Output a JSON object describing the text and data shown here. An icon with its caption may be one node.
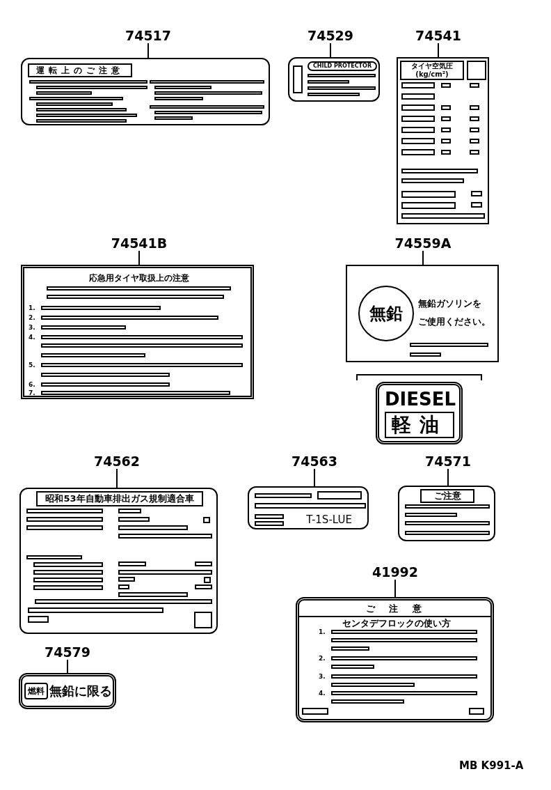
{
  "diagram": {
    "nodes": [
      {
        "text": [
          "74517"
        ]
      },
      {
        "text": [
          "運転上のご注意"
        ]
      },
      {
        "text": [
          "74529"
        ]
      },
      {
        "text": [
          "CHILD PROTECTOR"
        ]
      },
      {
        "text": [
          "74541"
        ]
      },
      {
        "text": [
          "タイヤ空気圧(kg/cm²)"
        ]
      },
      {
        "text": [
          "74541B"
        ]
      },
      {
        "text": [
          "応急用タイヤ取扱上の注意",
          "1.",
          "2.",
          "3.",
          "4.",
          "5.",
          "6.",
          "7."
        ]
      },
      {
        "text": [
          "74559A"
        ]
      },
      {
        "text": [
          "無鉛ガソリンを",
          "ご使用ください。"
        ]
      },
      {
        "text": [
          "無鉛"
        ],
        "in": 9
      },
      {
        "text": [
          "DIESEL",
          "軽油"
        ]
      },
      {
        "text": [
          "74562"
        ]
      },
      {
        "text": [
          "昭和53年自動車排出ガス規制適合車"
        ]
      },
      {
        "text": [
          "74563"
        ]
      },
      {
        "text": [
          "T-1S-LUE"
        ]
      },
      {
        "text": [
          "74571"
        ]
      },
      {
        "text": [
          "ご注意"
        ]
      },
      {
        "text": [
          "74579"
        ]
      },
      {
        "text": [
          "燃料",
          "無鉛に限る"
        ]
      },
      {
        "text": [
          "41992"
        ]
      },
      {
        "text": [
          "ご 注 意",
          "センタデフロックの使い方",
          "1.",
          "2.",
          "3.",
          "4."
        ]
      }
    ],
    "edges": [
      {
        "from": 0,
        "to": 1,
        "arrow": "none"
      },
      {
        "from": 2,
        "to": 3,
        "arrow": "none"
      },
      {
        "from": 4,
        "to": 5,
        "arrow": "none"
      },
      {
        "from": 6,
        "to": 7,
        "arrow": "none"
      },
      {
        "from": 8,
        "to": 9,
        "arrow": "none"
      },
      {
        "from": 12,
        "to": 13,
        "arrow": "none"
      },
      {
        "from": 14,
        "to": 15,
        "arrow": "none"
      },
      {
        "from": 16,
        "to": 17,
        "arrow": "none"
      },
      {
        "from": 18,
        "to": 19,
        "arrow": "none"
      },
      {
        "from": 20,
        "to": 21,
        "arrow": "none"
      }
    ],
    "labels": [
      "MB K991-A"
    ]
  }
}
